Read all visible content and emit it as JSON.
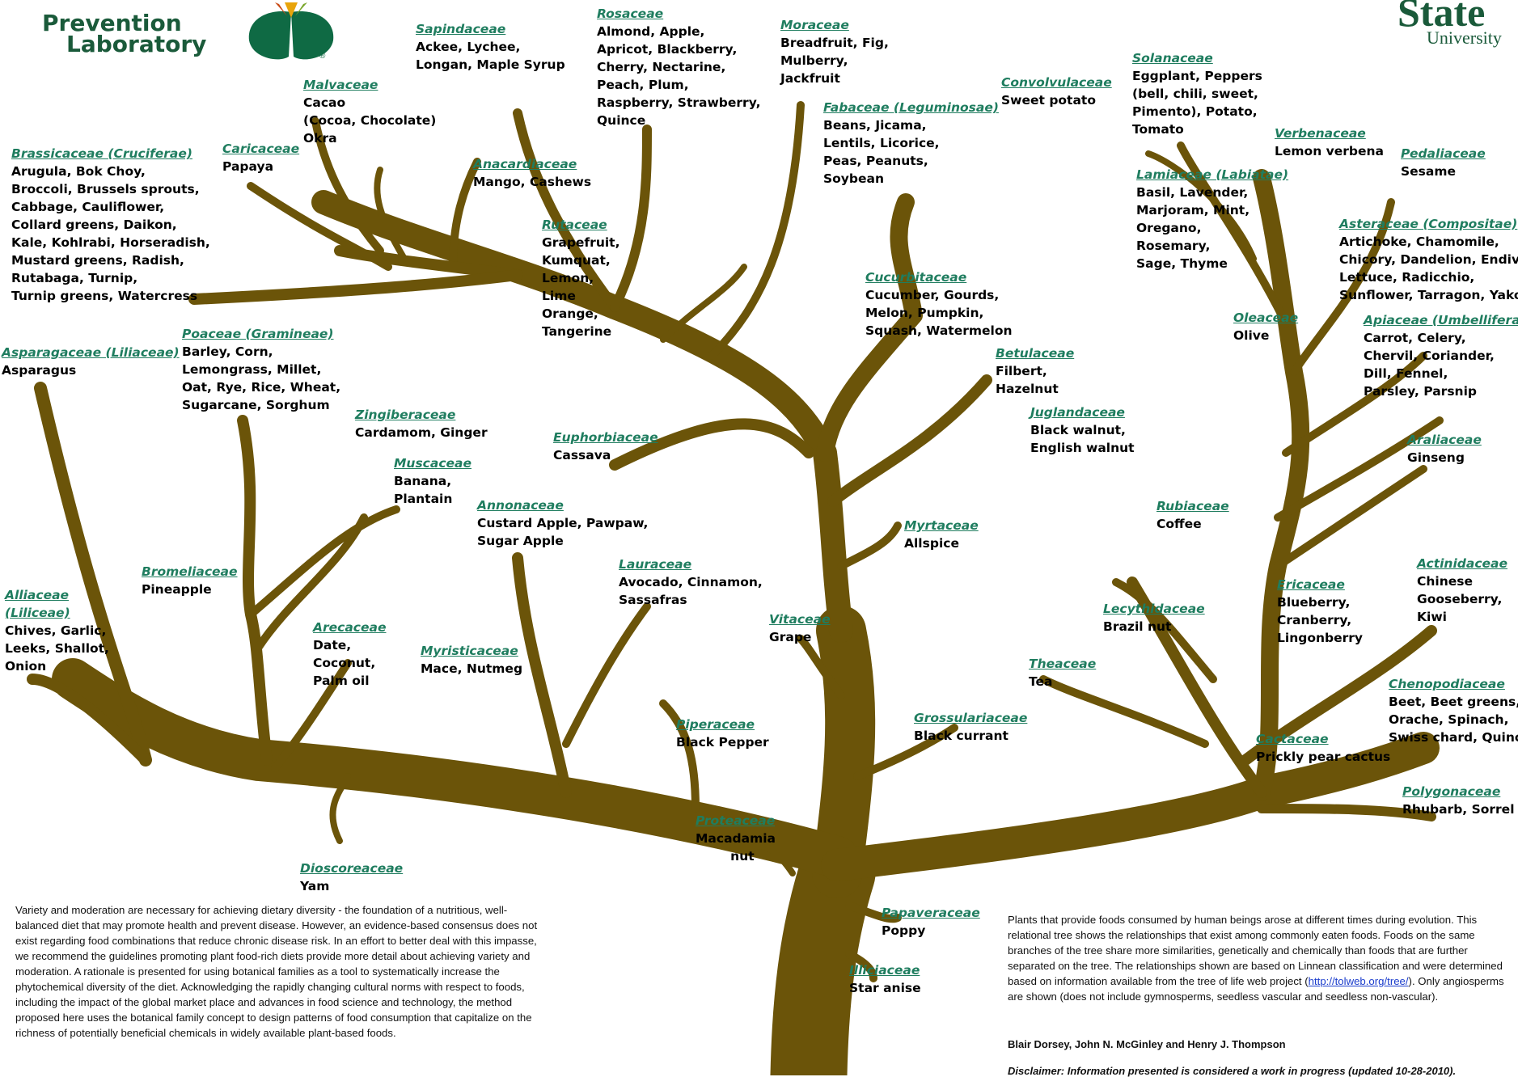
{
  "header": {
    "lab_line1": "Prevention",
    "lab_line2": "Laboratory",
    "registered_mark": "®",
    "university_line1": "State",
    "university_line2": "University"
  },
  "colors": {
    "trunk": "#6b5409",
    "family_name": "#1f7d5f",
    "brand": "#1a5a3a"
  },
  "families": [
    {
      "name": "Sapindaceae",
      "foods": "Ackee, Lychee,\nLongan, Maple Syrup"
    },
    {
      "name": "Rosaceae",
      "foods": "Almond, Apple,\nApricot, Blackberry,\nCherry, Nectarine,\nPeach, Plum,\nRaspberry, Strawberry,\nQuince"
    },
    {
      "name": "Moraceae",
      "foods": "Breadfruit, Fig,\nMulberry,\nJackfruit"
    },
    {
      "name": "Malvaceae",
      "foods": "Cacao\n(Cocoa, Chocolate)\nOkra"
    },
    {
      "name": "Fabaceae (Leguminosae)",
      "foods": "Beans, Jicama,\nLentils, Licorice,\nPeas, Peanuts,\nSoybean"
    },
    {
      "name": "Convolvulaceae",
      "foods": "Sweet potato"
    },
    {
      "name": "Solanaceae",
      "foods": "Eggplant, Peppers\n(bell, chili, sweet,\nPimento), Potato,\nTomato"
    },
    {
      "name": "Brassicaceae (Cruciferae)",
      "foods": "Arugula, Bok Choy,\nBroccoli, Brussels sprouts,\nCabbage, Cauliflower,\nCollard greens, Daikon,\nKale, Kohlrabi, Horseradish,\nMustard greens, Radish,\nRutabaga, Turnip,\nTurnip greens, Watercress"
    },
    {
      "name": "Caricaceae",
      "foods": "Papaya"
    },
    {
      "name": "Anacardiaceae",
      "foods": "Mango, Cashews"
    },
    {
      "name": "Rutaceae",
      "foods": "Grapefruit,\nKumquat,\nLemon,\nLime\nOrange,\nTangerine"
    },
    {
      "name": "Verbenaceae",
      "foods": "Lemon verbena"
    },
    {
      "name": "Pedaliaceae",
      "foods": "Sesame"
    },
    {
      "name": "Lamiaceae (Labiatae)",
      "foods": "Basil, Lavender,\nMarjoram, Mint,\nOregano,\nRosemary,\nSage, Thyme"
    },
    {
      "name": "Asteraceae (Compositae)",
      "foods": "Artichoke, Chamomile,\nChicory, Dandelion, Endive,\nLettuce, Radicchio,\nSunflower, Tarragon, Yakon"
    },
    {
      "name": "Cucurbitaceae",
      "foods": "Cucumber, Gourds,\nMelon, Pumpkin,\nSquash, Watermelon"
    },
    {
      "name": "Oleaceae",
      "foods": "Olive"
    },
    {
      "name": "Apiaceae (Umbelliferae)",
      "foods": "Carrot, Celery,\nChervil, Coriander,\nDill, Fennel,\nParsley, Parsnip"
    },
    {
      "name": "Poaceae (Gramineae)",
      "foods": "Barley, Corn,\nLemongrass, Millet,\nOat, Rye, Rice, Wheat,\nSugarcane, Sorghum"
    },
    {
      "name": "Asparagaceae (Liliaceae)",
      "foods": "Asparagus"
    },
    {
      "name": "Betulaceae",
      "foods": "Filbert,\nHazelnut"
    },
    {
      "name": "Juglandaceae",
      "foods": "Black walnut,\nEnglish walnut"
    },
    {
      "name": "Zingiberaceae",
      "foods": "Cardamom, Ginger"
    },
    {
      "name": "Euphorbiaceae",
      "foods": "Cassava"
    },
    {
      "name": "Araliaceae",
      "foods": "Ginseng"
    },
    {
      "name": "Muscaceae",
      "foods": "Banana,\nPlantain"
    },
    {
      "name": "Annonaceae",
      "foods": "Custard Apple, Pawpaw,\nSugar Apple"
    },
    {
      "name": "Myrtaceae",
      "foods": "Allspice"
    },
    {
      "name": "Rubiaceae",
      "foods": "Coffee"
    },
    {
      "name": "Bromeliaceae",
      "foods": "Pineapple"
    },
    {
      "name": "Lauraceae",
      "foods": "Avocado, Cinnamon,\nSassafras"
    },
    {
      "name": "Actinidaceae",
      "foods": "Chinese\nGooseberry,\nKiwi"
    },
    {
      "name": "Ericaceae",
      "foods": "Blueberry,\nCranberry,\nLingonberry"
    },
    {
      "name": "Alliaceae\n(Liliceae)",
      "foods": "Chives, Garlic,\nLeeks, Shallot,\nOnion"
    },
    {
      "name": "Lecythidaceae",
      "foods": "Brazil nut"
    },
    {
      "name": "Vitaceae",
      "foods": "Grape"
    },
    {
      "name": "Arecaceae",
      "foods": "Date,\nCoconut,\nPalm oil"
    },
    {
      "name": "Myristicaceae",
      "foods": "Mace, Nutmeg"
    },
    {
      "name": "Theaceae",
      "foods": "Tea"
    },
    {
      "name": "Chenopodiaceae",
      "foods": "Beet, Beet greens,\nOrache, Spinach,\nSwiss chard, Quinoa"
    },
    {
      "name": "Piperaceae",
      "foods": "Black Pepper"
    },
    {
      "name": "Grossulariaceae",
      "foods": "Black currant"
    },
    {
      "name": "Cactaceae",
      "foods": "Prickly pear cactus"
    },
    {
      "name": "Polygonaceae",
      "foods": "Rhubarb, Sorrel"
    },
    {
      "name": "Proteaceae",
      "foods": "Macadamia\n        nut"
    },
    {
      "name": "Dioscoreaceae",
      "foods": "Yam"
    },
    {
      "name": "Papaveraceae",
      "foods": "Poppy"
    },
    {
      "name": "Illiciaceae",
      "foods": "Star anise"
    }
  ],
  "left_paragraph": "Variety and moderation are necessary for achieving dietary diversity - the foundation of a nutritious, well-balanced diet that may promote health and prevent disease. However, an evidence-based consensus does not exist regarding food combinations that reduce chronic disease risk. In an effort to better deal with this impasse, we recommend the guidelines promoting plant food-rich diets provide more detail about achieving variety and moderation. A rationale is presented for using botanical families as a tool to systematically increase the phytochemical diversity of the diet. Acknowledging the rapidly changing cultural norms with respect to foods, including the impact of the global market place and advances in food science and technology, the method proposed here uses the botanical family concept to design patterns of food consumption that capitalize on the richness of potentially beneficial chemicals in widely available plant-based foods.",
  "right_paragraph": {
    "before_link": "Plants that provide foods consumed by human beings arose at different times during evolution. This relational tree shows the relationships that exist among commonly eaten foods.  Foods on the same branches of the tree share more similarities, genetically and chemically than foods that are further separated on the tree.  The relationships shown are based on Linnean classification and were determined based on information available from the tree of life web project (",
    "link": "http://tolweb.org/tree/",
    "after_link": ").  Only angiosperms are shown (does not include gymnosperms, seedless vascular and seedless non-vascular)."
  },
  "authors": "Blair Dorsey, John N. McGinley and Henry J. Thompson",
  "disclaimer": "Disclaimer: Information presented is considered a work in progress (updated 10-28-2010)."
}
